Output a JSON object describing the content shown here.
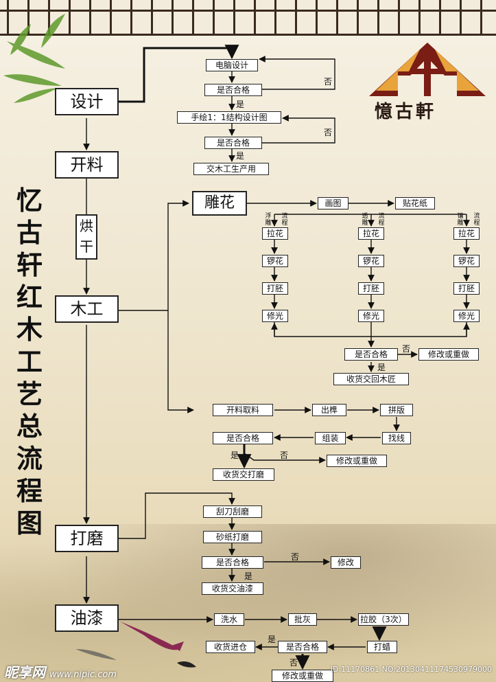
{
  "title": "忆古轩红木工艺总流程图",
  "logo_text": "憶古軒",
  "main_steps": {
    "design": "设计",
    "cut": "开料",
    "dry": "烘干",
    "wood": "木工",
    "polish": "打磨",
    "paint": "油漆"
  },
  "design_flow": {
    "computer_design": "电脑设计",
    "check1": "是否合格",
    "yes1": "是",
    "no1": "否",
    "hand_draw": "手绘1：1结构设计图",
    "check2": "是否合格",
    "yes2": "是",
    "no2": "否",
    "deliver": "交木工生产用"
  },
  "carving": {
    "title": "雕花",
    "draw": "画图",
    "paste": "贴花纸",
    "col1_note": [
      "浮",
      "雕",
      "流",
      "程"
    ],
    "col2_note": [
      "透",
      "雕",
      "流",
      "程"
    ],
    "col3_note": [
      "镶",
      "雕",
      "流",
      "程"
    ],
    "steps": [
      "拉花",
      "锣花",
      "打胚",
      "修光"
    ],
    "check": "是否合格",
    "no": "否",
    "yes": "是",
    "redo": "修改或重做",
    "deliver": "收货交回木匠"
  },
  "joinery": {
    "cut": "开料取料",
    "tenon": "出榫",
    "assemble_board": "拼版",
    "fit": "找线",
    "assemble": "组装",
    "check": "是否合格",
    "yes": "是",
    "no": "否",
    "redo": "修改或重做",
    "deliver": "收货交打磨"
  },
  "polish_flow": {
    "scrape": "刮刀刮磨",
    "sand": "砂纸打磨",
    "check": "是否合格",
    "no": "否",
    "fix": "修改",
    "yes": "是",
    "deliver": "收货交油漆"
  },
  "paint_flow": {
    "wash": "洗水",
    "putty": "批灰",
    "glue": "拉胶（3次）",
    "wax": "打蜡",
    "check": "是否合格",
    "yes": "是",
    "no": "否",
    "store": "收货进仓",
    "redo": "修改或重做"
  },
  "watermark": {
    "site": "昵享网",
    "url": "www.nipic.com",
    "id": "ID:11170861 NO:20130411174530979000"
  },
  "colors": {
    "logo_red": "#7a1d14",
    "logo_gold": "#e8a33a",
    "line": "#111111"
  }
}
